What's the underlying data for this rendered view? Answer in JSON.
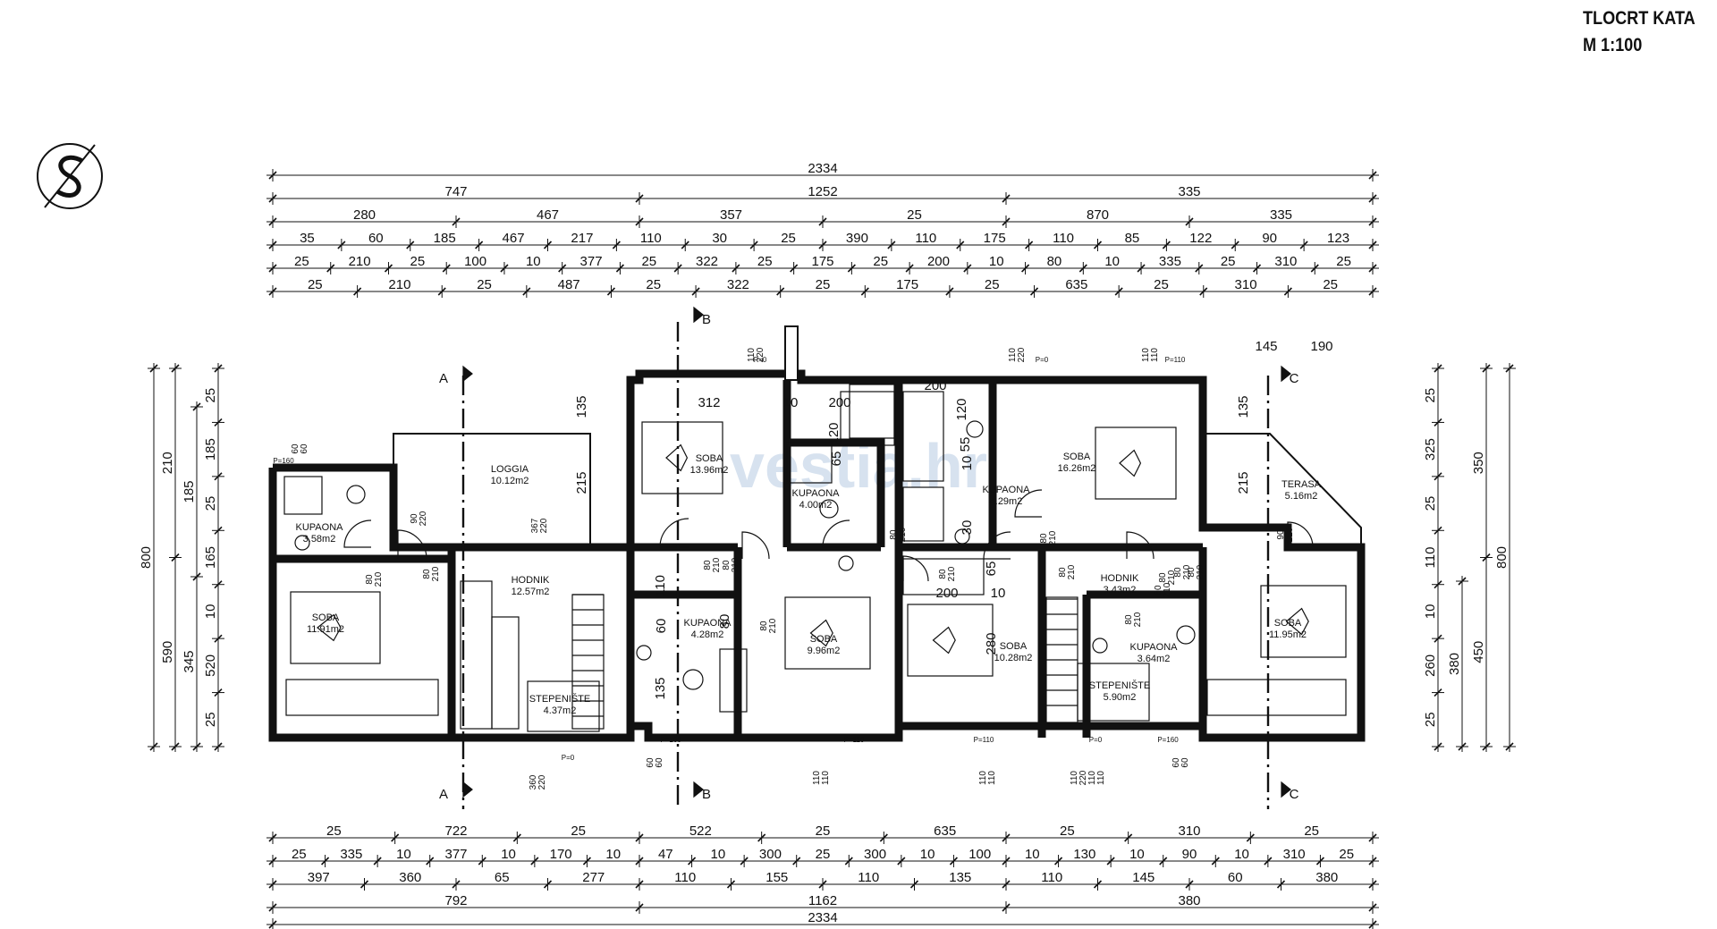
{
  "title": "TLOCRT KATA",
  "scale": "M 1:100",
  "watermark": "vestia.hr",
  "dims_top": [
    [
      "2334"
    ],
    [
      "747",
      "1252",
      "335"
    ],
    [
      "280",
      "467",
      "357",
      "25",
      "870",
      "335"
    ],
    [
      "35",
      "60",
      "185",
      "467",
      "217",
      "110",
      "30",
      "25",
      "390",
      "110",
      "175",
      "110",
      "85",
      "122",
      "90",
      "123"
    ],
    [
      "25",
      "210",
      "25",
      "100",
      "10",
      "377",
      "25",
      "322",
      "25",
      "175",
      "25",
      "200",
      "10",
      "80",
      "10",
      "335",
      "25",
      "310",
      "25"
    ],
    [
      "25",
      "210",
      "25",
      "487",
      "25",
      "322",
      "25",
      "175",
      "25",
      "635",
      "25",
      "310",
      "25"
    ]
  ],
  "dims_bottom": [
    [
      "25",
      "722",
      "25",
      "522",
      "25",
      "635",
      "25",
      "310",
      "25"
    ],
    [
      "25",
      "335",
      "10",
      "377",
      "10",
      "170",
      "10",
      "47",
      "10",
      "300",
      "25",
      "300",
      "10",
      "100",
      "10",
      "130",
      "10",
      "90",
      "10",
      "310",
      "25"
    ],
    [
      "397",
      "360",
      "65",
      "277",
      "110",
      "155",
      "110",
      "135",
      "110",
      "145",
      "60",
      "380"
    ],
    [
      "792",
      "1162",
      "380"
    ],
    [
      "2334"
    ]
  ],
  "dims_left": [
    [
      "25",
      "185",
      "25",
      "165",
      "10",
      "520",
      "25"
    ],
    [
      "210",
      "590"
    ],
    [
      "800"
    ],
    [
      "185",
      "345"
    ]
  ],
  "dims_right": [
    [
      "25",
      "325",
      "25",
      "110",
      "10",
      "260",
      "25"
    ],
    [
      "350",
      "450"
    ],
    [
      "800"
    ],
    [
      "380"
    ]
  ],
  "dims_extra": [
    "145",
    "190",
    "135",
    "215",
    "135",
    "215",
    "312",
    "10",
    "200",
    "120",
    "65",
    "200",
    "120",
    "55",
    "10",
    "30",
    "200",
    "10",
    "65",
    "280",
    "110",
    "135",
    "60",
    "80"
  ],
  "rooms": [
    {
      "name": "LOGGIA",
      "area": "10.12m2"
    },
    {
      "name": "KUPAONA",
      "area": "3.58m2"
    },
    {
      "name": "HODNIK",
      "area": "12.57m2"
    },
    {
      "name": "SOBA",
      "area": "11.91m2"
    },
    {
      "name": "STEPENIŠTE",
      "area": "4.37m2"
    },
    {
      "name": "SOBA",
      "area": "13.96m2"
    },
    {
      "name": "KUPAONA",
      "area": "4.00m2"
    },
    {
      "name": "KUPAONA",
      "area": "4.28m2"
    },
    {
      "name": "SOBA",
      "area": "9.96m2"
    },
    {
      "name": "SOBA",
      "area": "16.26m2"
    },
    {
      "name": "KUPAONA",
      "area": "4.29m2"
    },
    {
      "name": "SOBA",
      "area": "10.28m2"
    },
    {
      "name": "HODNIK",
      "area": "3.43m2"
    },
    {
      "name": "KUPAONA",
      "area": "3.64m2"
    },
    {
      "name": "STEPENIŠTE",
      "area": "5.90m2"
    },
    {
      "name": "TERASA",
      "area": "5.16m2"
    },
    {
      "name": "SOBA",
      "area": "11.95m2"
    }
  ],
  "sections": [
    "A",
    "A",
    "B",
    "B",
    "C",
    "C"
  ],
  "openings": [
    "P=160",
    "P=0",
    "P=0",
    "P=110",
    "P=160",
    "P=110",
    "P=110",
    "P=0",
    "P=160",
    "P=0"
  ],
  "door_labels": [
    [
      "60",
      "60"
    ],
    [
      "80",
      "210"
    ],
    [
      "90",
      "220"
    ],
    [
      "80",
      "210"
    ],
    [
      "367",
      "220"
    ],
    [
      "80",
      "210"
    ],
    [
      "80",
      "210"
    ],
    [
      "80",
      "210"
    ],
    [
      "80",
      "210"
    ],
    [
      "80",
      "210"
    ],
    [
      "80",
      "210"
    ],
    [
      "80",
      "210"
    ],
    [
      "80",
      "210"
    ],
    [
      "80",
      "210"
    ],
    [
      "90",
      "220"
    ],
    [
      "80",
      "210"
    ],
    [
      "80",
      "210"
    ],
    [
      "80",
      "210"
    ]
  ],
  "window_labels": [
    [
      "110",
      "220"
    ],
    [
      "110",
      "220"
    ],
    [
      "110",
      "110"
    ],
    [
      "110",
      "110"
    ],
    [
      "110",
      "110"
    ],
    [
      "110",
      "110"
    ],
    [
      "110",
      "220"
    ],
    [
      "60",
      "60"
    ],
    [
      "60",
      "60"
    ],
    [
      "360",
      "220"
    ]
  ]
}
